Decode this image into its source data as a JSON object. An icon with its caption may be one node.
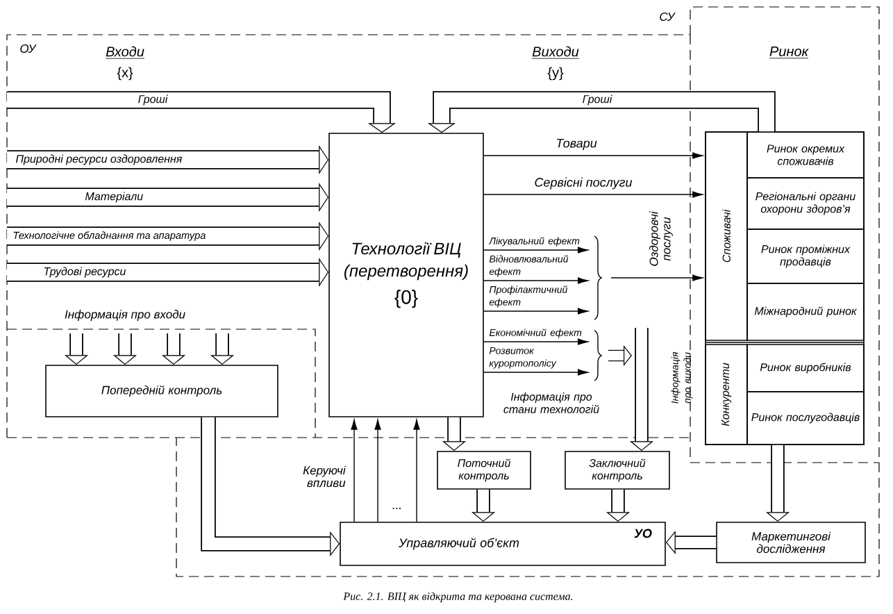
{
  "diagram": {
    "caption": "Рис. 2.1. ВІЦ як відкрита та керована система.",
    "nodes": [
      {
        "text": [
          "Технології ВІЦ (перетворення)",
          "{0}"
        ]
      },
      {
        "text": [
          "Попередній контроль"
        ]
      },
      {
        "text": [
          "Поточний контроль"
        ]
      },
      {
        "text": [
          "Заключний контроль"
        ]
      },
      {
        "text": [
          "Управляючий об’єкт",
          "УО"
        ]
      },
      {
        "text": [
          "Маркетингові дослідження"
        ]
      },
      {
        "text": [],
        "shape": "box"
      },
      {
        "text": [
          "Споживачі"
        ],
        "in": 6
      },
      {
        "text": [
          "Ринок окремих споживачів"
        ],
        "in": 6
      },
      {
        "text": [
          "Регіональні органи охорони здоров’я"
        ],
        "in": 6
      },
      {
        "text": [
          "Ринок проміжних продавців"
        ],
        "in": 6
      },
      {
        "text": [
          "Міжнародний ринок"
        ],
        "in": 6
      },
      {
        "text": [
          "Конкуренти"
        ],
        "in": 6
      },
      {
        "text": [
          "Ринок виробників"
        ],
        "in": 6
      },
      {
        "text": [
          "Ринок послугодавців"
        ],
        "in": 6
      }
    ],
    "edges": [
      {
        "from": null,
        "to": 0,
        "arrow": "to",
        "label": "Гроші"
      },
      {
        "from": 6,
        "to": 0,
        "arrow": "to",
        "label": "Гроші"
      },
      {
        "from": null,
        "to": 0,
        "arrow": "to",
        "label": "Природні ресурси оздоровлення"
      },
      {
        "from": null,
        "to": 0,
        "arrow": "to",
        "label": "Матеріали"
      },
      {
        "from": null,
        "to": 0,
        "arrow": "to",
        "label": "Технологічне обладнання та апаратура"
      },
      {
        "from": null,
        "to": 0,
        "arrow": "to",
        "label": "Трудові ресурси"
      },
      {
        "from": 0,
        "to": 6,
        "arrow": "to",
        "label": "Товари"
      },
      {
        "from": 0,
        "to": 6,
        "arrow": "to",
        "label": "Сервісні послуги"
      },
      {
        "from": 0,
        "to": null,
        "arrow": "to",
        "label": "Лікувальний ефект"
      },
      {
        "from": 0,
        "to": null,
        "arrow": "to",
        "label": "Відновлювальний ефект"
      },
      {
        "from": 0,
        "to": null,
        "arrow": "to",
        "label": "Профілактичний ефект"
      },
      {
        "from": 0,
        "to": null,
        "arrow": "to",
        "label": "Економічний ефект"
      },
      {
        "from": 0,
        "to": null,
        "arrow": "to",
        "label": "Розвиток курортополісу"
      },
      {
        "from": null,
        "to": 6,
        "arrow": "to",
        "label": "Оздоровчі послуги"
      },
      {
        "from": null,
        "to": 3,
        "arrow": "to",
        "label": "Інформація про виходи"
      },
      {
        "from": null,
        "to": 1,
        "arrow": "to"
      },
      {
        "from": null,
        "to": 1,
        "arrow": "to"
      },
      {
        "from": null,
        "to": 1,
        "arrow": "to"
      },
      {
        "from": null,
        "to": 1,
        "arrow": "to"
      },
      {
        "from": 0,
        "to": 2,
        "arrow": "to",
        "label": "Інформація про стани технологій"
      },
      {
        "from": 1,
        "to": 4,
        "arrow": "to"
      },
      {
        "from": 4,
        "to": 0,
        "arrow": "to"
      },
      {
        "from": 4,
        "to": 0,
        "arrow": "to"
      },
      {
        "from": 4,
        "to": 0,
        "arrow": "to"
      },
      {
        "from": 2,
        "to": 4,
        "arrow": "to"
      },
      {
        "from": 3,
        "to": 4,
        "arrow": "to"
      },
      {
        "from": 6,
        "to": 5,
        "arrow": "to"
      },
      {
        "from": 5,
        "to": 4,
        "arrow": "to"
      }
    ],
    "labels": [
      "ОУ",
      "Входи",
      "{x}",
      "Виходи",
      "{y}",
      "СУ",
      "Ринок",
      "Інформація про входи",
      "Керуючі впливи",
      "..."
    ]
  }
}
